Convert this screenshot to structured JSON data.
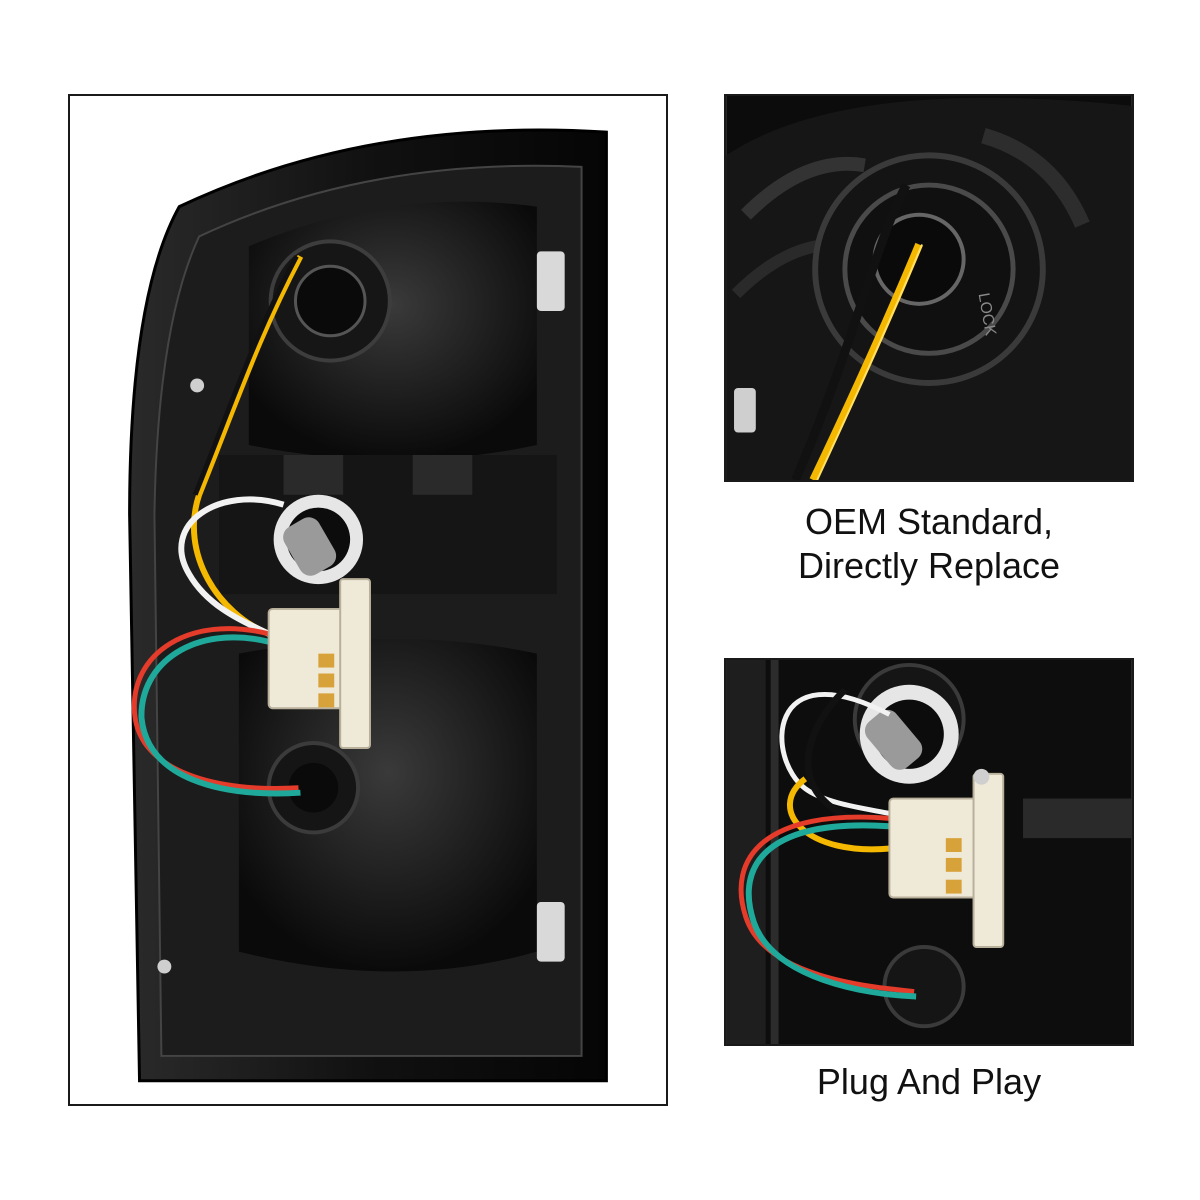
{
  "panels": {
    "top": {
      "caption_line1": "OEM Standard,",
      "caption_line2": "Directly Replace"
    },
    "bottom": {
      "caption": "Plug And Play"
    }
  },
  "colors": {
    "housing": "#0b0b0b",
    "wire_white": "#f2f2f2",
    "wire_yellow": "#f5b800",
    "wire_teal": "#1fa99a",
    "wire_red": "#e53b2a",
    "connector": "#efe9d8"
  }
}
